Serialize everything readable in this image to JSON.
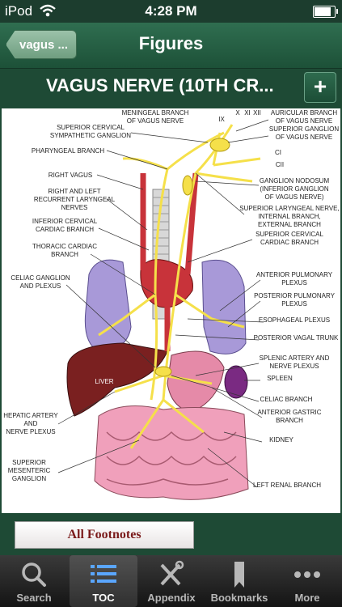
{
  "status": {
    "carrier": "iPod",
    "time": "4:28 PM"
  },
  "nav": {
    "back_label": "vagus ...",
    "title": "Figures"
  },
  "figure": {
    "title": "VAGUS NERVE (10TH CR...",
    "labels_left": [
      "SUPERIOR CERVICAL",
      "SYMPATHETIC GANGLION",
      "PHARYNGEAL BRANCH",
      "RIGHT VAGUS",
      "RIGHT AND LEFT",
      "RECURRENT LARYNGEAL",
      "NERVES",
      "INFERIOR CERVICAL",
      "CARDIAC BRANCH",
      "THORACIC CARDIAC",
      "BRANCH",
      "CELIAC GANGLION",
      "AND PLEXUS",
      "HEPATIC ARTERY",
      "AND",
      "NERVE PLEXUS",
      "SUPERIOR",
      "MESENTERIC",
      "GANGLION"
    ],
    "labels_right": [
      "AURICULAR BRANCH",
      "OF VAGUS NERVE",
      "SUPERIOR GANGLION",
      "OF VAGUS NERVE",
      "GANGLION NODOSUM",
      "(INFERIOR GANGLION",
      "OF VAGUS NERVE)",
      "SUPERIOR LARYNGEAL NERVE,",
      "INTERNAL BRANCH,",
      "EXTERNAL BRANCH",
      "SUPERIOR CERVICAL",
      "CARDIAC BRANCH",
      "ANTERIOR PULMONARY",
      "PLEXUS",
      "POSTERIOR PULMONARY",
      "PLEXUS",
      "ESOPHAGEAL PLEXUS",
      "POSTERIOR VAGAL TRUNK",
      "SPLENIC ARTERY AND",
      "NERVE PLEXUS",
      "SPLEEN",
      "CELIAC BRANCH",
      "ANTERIOR GASTRIC",
      "BRANCH",
      "KIDNEY",
      "LEFT RENAL BRANCH"
    ],
    "labels_top": [
      "MENINGEAL BRANCH",
      "OF VAGUS NERVE",
      "IX",
      "X",
      "XI",
      "XII",
      "CI",
      "CII"
    ],
    "organ_label": "LIVER"
  },
  "footer": {
    "button_label": "All Footnotes"
  },
  "tabs": [
    {
      "label": "Search",
      "icon": "search-icon"
    },
    {
      "label": "TOC",
      "icon": "list-icon"
    },
    {
      "label": "Appendix",
      "icon": "tools-icon"
    },
    {
      "label": "Bookmarks",
      "icon": "bookmark-icon"
    },
    {
      "label": "More",
      "icon": "more-icon"
    }
  ],
  "colors": {
    "nav_green": "#1e4a35",
    "nerve_yellow": "#f5e04a",
    "footnote_red": "#7a1a1a"
  }
}
